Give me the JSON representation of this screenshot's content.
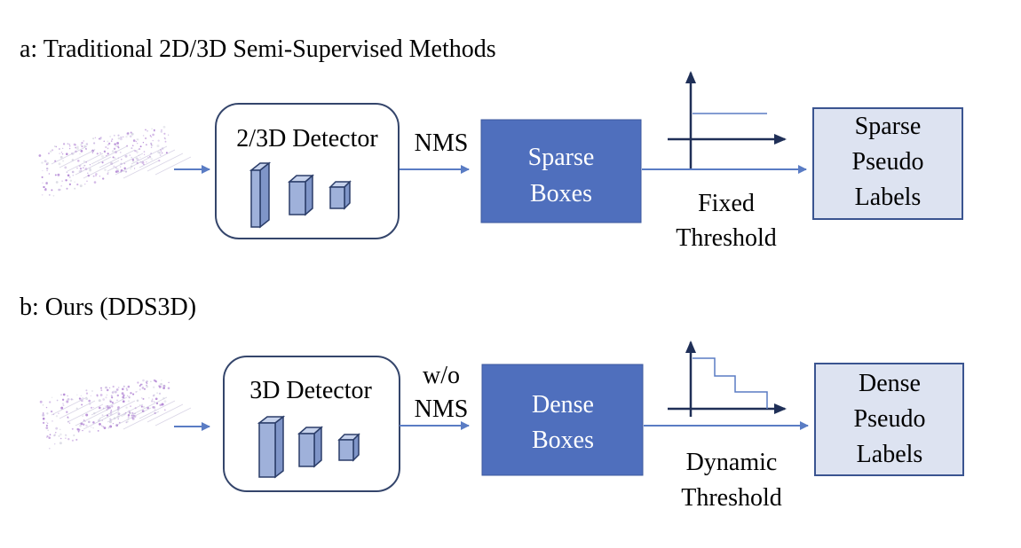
{
  "rows": [
    {
      "title": "a: Traditional 2D/3D Semi-Supervised Methods",
      "detector_label": "2/3D Detector",
      "nms_label_lines": [
        "NMS"
      ],
      "boxes_label_lines": [
        "Sparse",
        "Boxes"
      ],
      "threshold_label_lines": [
        "Fixed",
        "Threshold"
      ],
      "threshold_type": "fixed",
      "pseudo_label_lines": [
        "Sparse",
        "Pseudo",
        "Labels"
      ]
    },
    {
      "title": "b: Ours (DDS3D)",
      "detector_label": "3D Detector",
      "nms_label_lines": [
        "w/o",
        "NMS"
      ],
      "boxes_label_lines": [
        "Dense",
        "Boxes"
      ],
      "threshold_label_lines": [
        "Dynamic",
        "Threshold"
      ],
      "threshold_type": "dynamic",
      "pseudo_label_lines": [
        "Dense",
        "Pseudo",
        "Labels"
      ]
    }
  ],
  "icons": {
    "point_cloud": "lidar-point-cloud-icon",
    "cubes": "3d-cube-icon",
    "threshold_plot": "threshold-plot-icon"
  },
  "colors": {
    "box_fill": "#4f6fbd",
    "pseudo_fill": "#dde3f1",
    "arrow": "#5a7cc4",
    "axis": "#1f2f57",
    "text": "#000000"
  }
}
